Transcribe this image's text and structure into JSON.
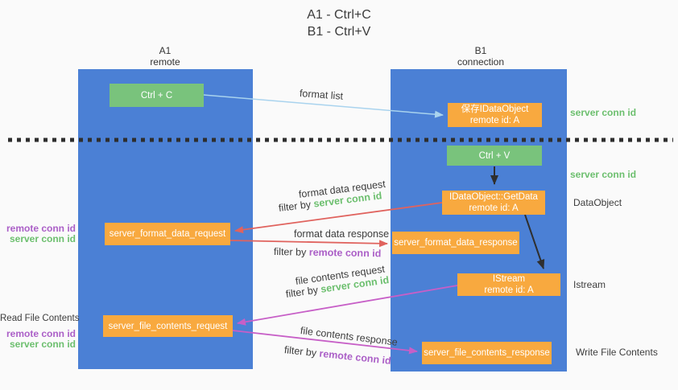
{
  "title": {
    "line1": "A1 - Ctrl+C",
    "line2": "B1 - Ctrl+V"
  },
  "columns": {
    "left": {
      "name_line": "A1",
      "role_line": "remote"
    },
    "right": {
      "name_line": "B1",
      "role_line": "connection"
    }
  },
  "nodes": {
    "ctrl_c": {
      "label": "Ctrl + C"
    },
    "ctrl_v": {
      "label": "Ctrl + V"
    },
    "save_dataobject": {
      "line1": "保存IDataObject",
      "line2": "remote id: A"
    },
    "getdata": {
      "line1": "IDataObject::GetData",
      "line2": "remote id: A"
    },
    "istream": {
      "line1": "IStream",
      "line2": "remote id: A"
    },
    "format_request": {
      "label": "server_format_data_request"
    },
    "format_response": {
      "label": "server_format_data_response"
    },
    "file_request": {
      "label": "server_file_contents_request"
    },
    "file_response": {
      "label": "server_file_contents_response"
    }
  },
  "side_labels": {
    "server_conn_top": "server conn id",
    "server_conn_mid": "server conn id",
    "dataobject": "DataObject",
    "istream": "Istream",
    "write_file_contents": "Write File Contents",
    "read_file_contents": "Read File Contents",
    "format_remote_conn": "remote conn id",
    "format_server_conn": "server conn id",
    "file_remote_conn": "remote conn id",
    "file_server_conn": "server conn id"
  },
  "arrow_labels": {
    "format_list": "format list",
    "format_request": {
      "title": "format data request",
      "filter_prefix": "filter by",
      "filter_value": "server conn id"
    },
    "format_response": {
      "title": "format data response",
      "filter_prefix": "filter by",
      "filter_value": "remote conn id"
    },
    "file_request": {
      "title": "file contents request",
      "filter_prefix": "filter by",
      "filter_value": "server conn id"
    },
    "file_response": {
      "title": "file contents response",
      "filter_prefix": "filter by",
      "filter_value": "remote conn id"
    }
  },
  "colors": {
    "column_blue": "#4b80d5",
    "node_green": "#79c37c",
    "node_orange": "#f8a93f",
    "label_green": "#6cbf6e",
    "label_purple": "#ab5fc7",
    "arrow_red": "#e0635e",
    "arrow_magenta": "#c75fc7",
    "arrow_light_blue": "#a9d3ee",
    "arrow_black": "#2f2f2f"
  }
}
